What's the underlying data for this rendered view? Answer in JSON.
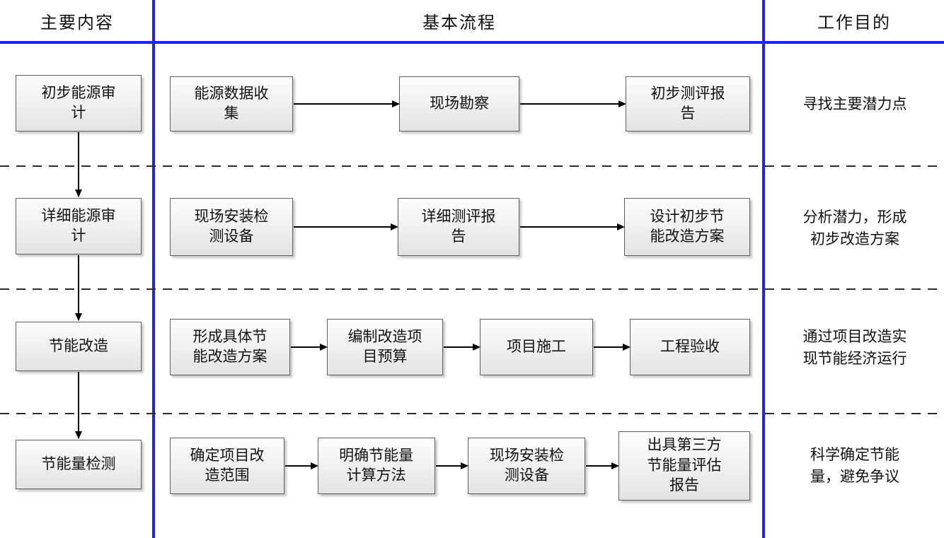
{
  "header": {
    "main_content": "主要内容",
    "basic_process": "基本流程",
    "work_purpose": "工作目的"
  },
  "rows": [
    {
      "stage": "初步能源审\n计",
      "steps": [
        "能源数据收\n集",
        "现场勘察",
        "初步测评报\n告"
      ],
      "purpose": "寻找主要潜力点"
    },
    {
      "stage": "详细能源审\n计",
      "steps": [
        "现场安装检\n测设备",
        "详细测评报\n告",
        "设计初步节\n能改造方案"
      ],
      "purpose": "分析潜力，形成\n初步改造方案"
    },
    {
      "stage": "节能改造",
      "steps": [
        "形成具体节\n能改造方案",
        "编制改造项\n目预算",
        "项目施工",
        "工程验收"
      ],
      "purpose": "通过项目改造实\n现节能经济运行"
    },
    {
      "stage": "节能量检测",
      "steps": [
        "确定项目改\n造范围",
        "明确节能量\n计算方法",
        "现场安装检\n测设备",
        "出具第三方\n节能量评估\n报告"
      ],
      "purpose": "科学确定节能\n量，避免争议"
    }
  ],
  "colors": {
    "divider_blue": "#2222ee",
    "box_border": "#5f5f5f",
    "box_fill_top": "#fdfdfd",
    "box_fill_bottom": "#e3e3e3",
    "arrow_black": "#000000"
  }
}
